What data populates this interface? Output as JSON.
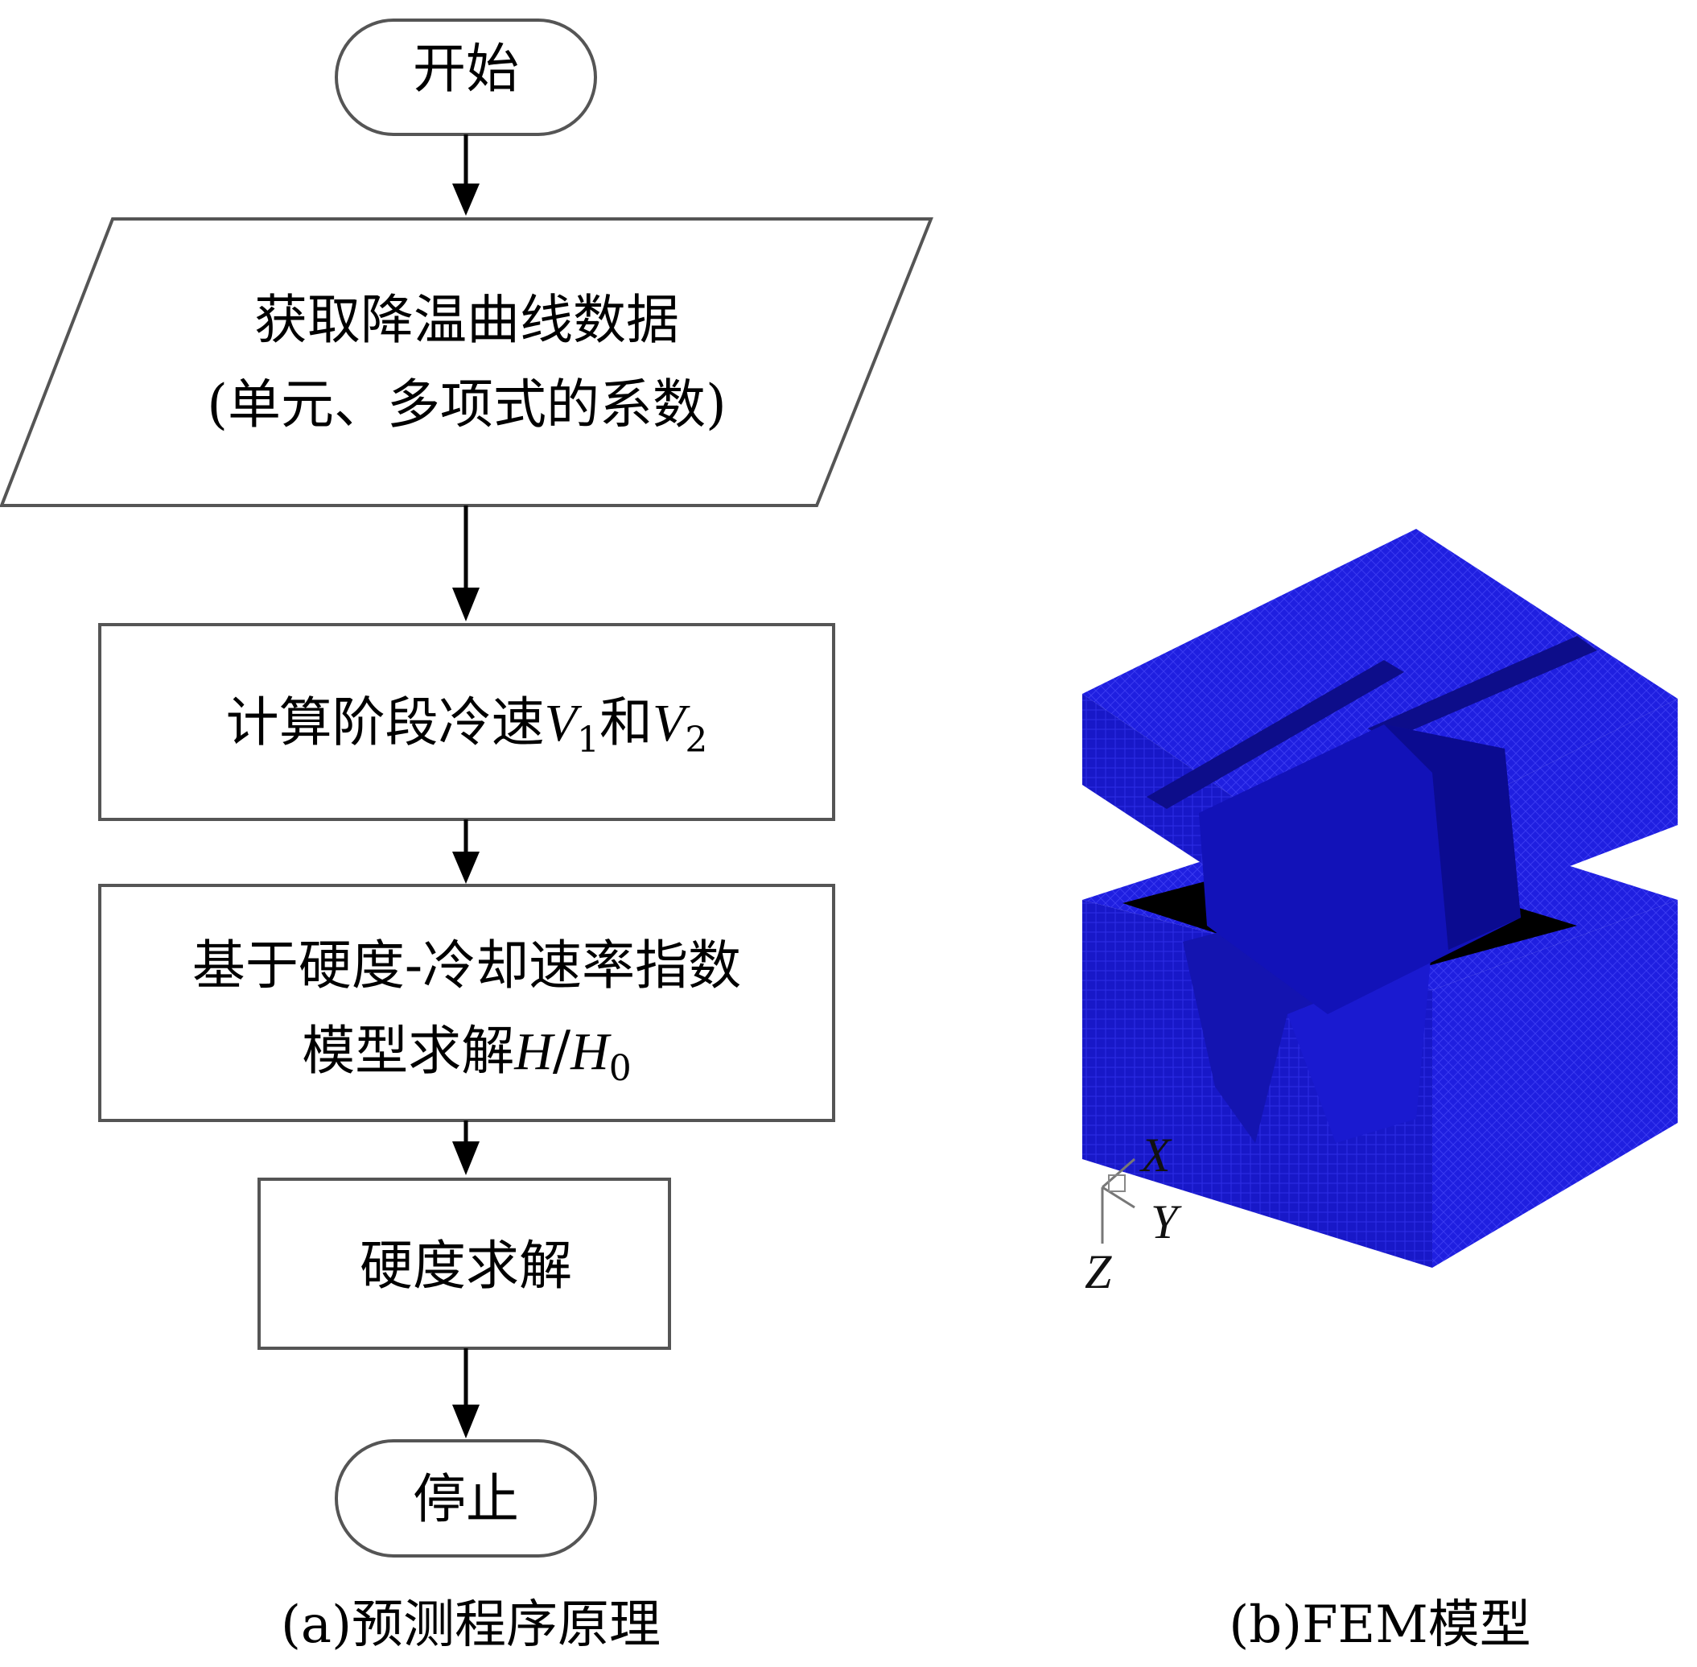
{
  "flowchart": {
    "start": "开始",
    "input_line1": "获取降温曲线数据",
    "input_line2": "(单元、多项式的系数)",
    "calc_prefix": "计算阶段冷速",
    "calc_v1": "V",
    "calc_v1_sub": "1",
    "calc_and": "和",
    "calc_v2": "V",
    "calc_v2_sub": "2",
    "model_line1": "基于硬度-冷却速率指数",
    "model_line2_prefix": "模型求解",
    "model_h": "H",
    "model_slash": "/",
    "model_h0": "H",
    "model_h0_sub": "0",
    "hardness": "硬度求解",
    "stop": "停止"
  },
  "captions": {
    "a": "(a)预测程序原理",
    "b": "(b)FEM模型"
  },
  "axes": {
    "x": "X",
    "y": "Y",
    "z": "Z"
  },
  "colors": {
    "mesh_face": "#1f1fe0",
    "mesh_dark": "#0a0a9a",
    "void": "#000000",
    "stroke": "#555555"
  }
}
